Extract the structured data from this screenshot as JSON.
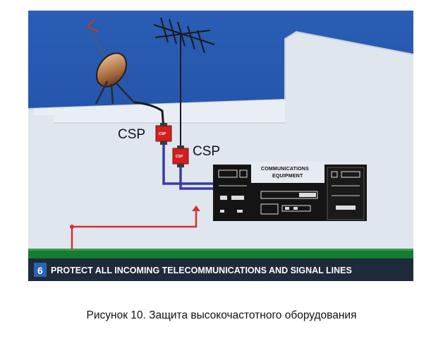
{
  "diagram": {
    "csp_label_left": "CSP",
    "csp_label_right": "CSP",
    "device_tag": "CSP",
    "equipment_label_line1": "COMMUNICATIONS",
    "equipment_label_line2": "EQUIPMENT",
    "step_number": "6",
    "banner": "PROTECT ALL INCOMING TELECOMMUNICATIONS AND SIGNAL LINES"
  },
  "caption": "Рисунок 10. Защита высокочастотного оборудования",
  "colors": {
    "sky": "#1f4fa6",
    "house": "#dfe6ee",
    "ground": "#0f7a2c",
    "banner_bg": "#1f2a3a",
    "protector": "#d21f1f",
    "coax": "#3a3aa8",
    "ground_wire": "#d43030"
  }
}
